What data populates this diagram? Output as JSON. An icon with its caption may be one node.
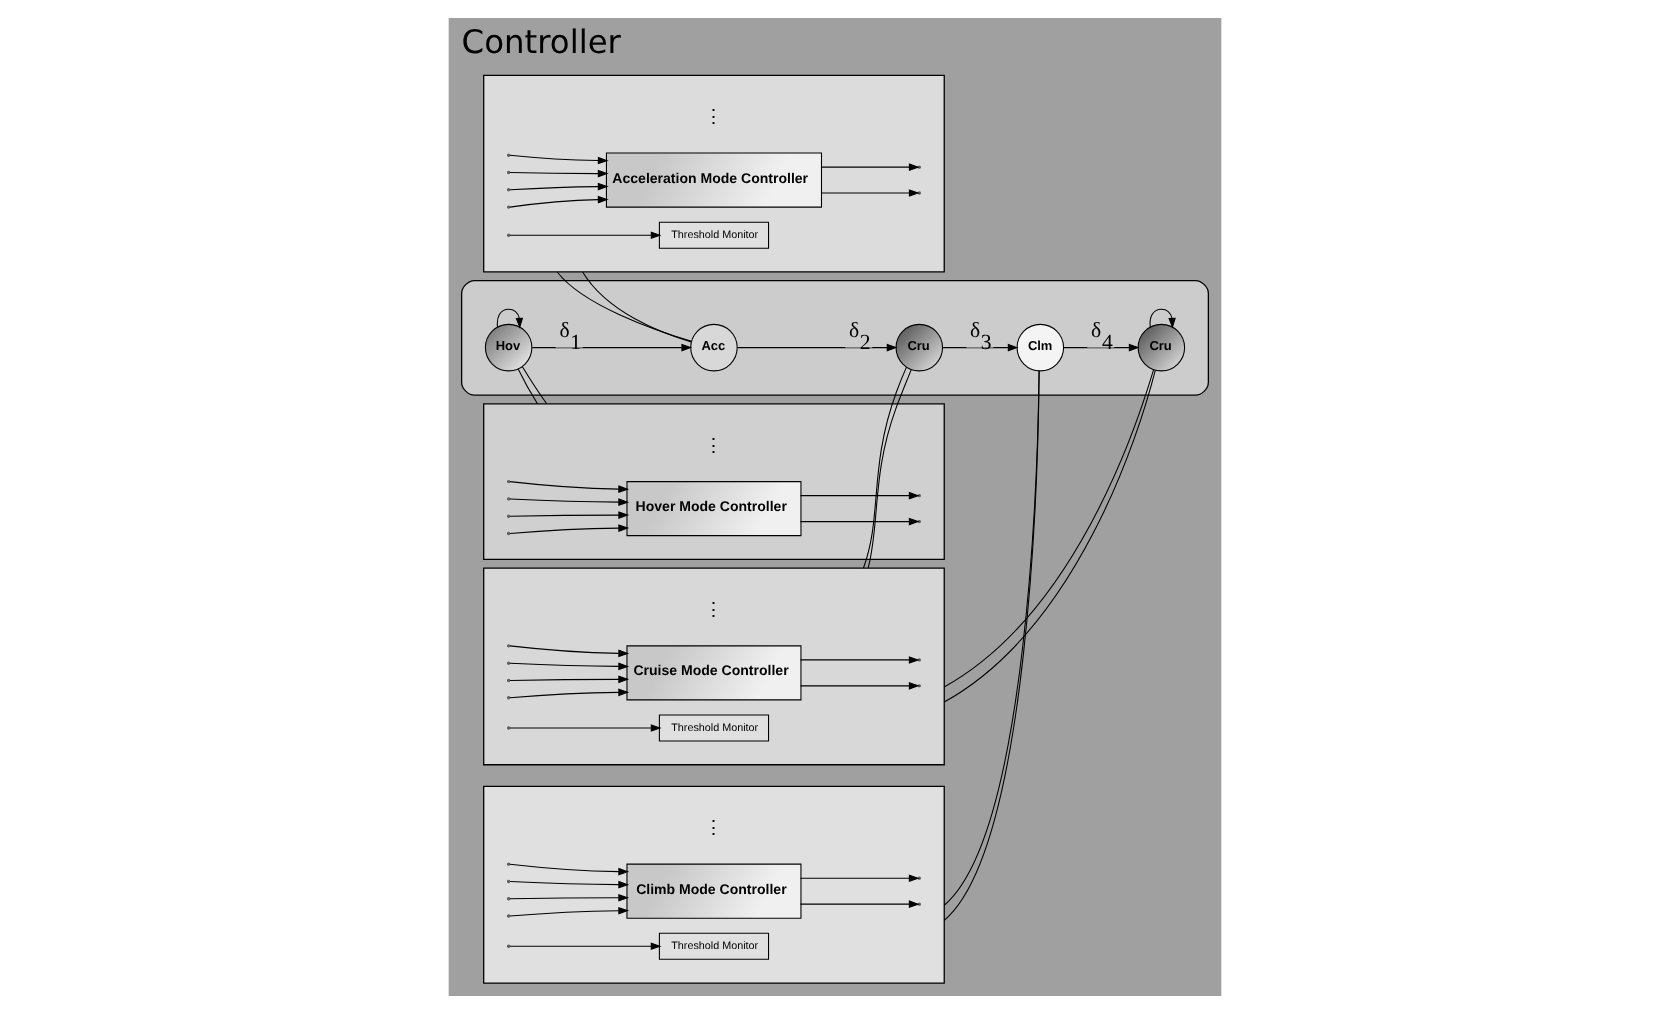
{
  "diagram": {
    "title": "Controller",
    "nodes": [
      {
        "text": [],
        "shape": "box"
      },
      {
        "text": [
          "Hov"
        ],
        "in": 0
      },
      {
        "text": [
          "Acc"
        ],
        "in": 0
      },
      {
        "text": [
          "Cru"
        ],
        "in": 0
      },
      {
        "text": [
          "Clm"
        ],
        "in": 0
      },
      {
        "text": [
          "Cru"
        ],
        "in": 0
      },
      {
        "text": [],
        "shape": "box"
      },
      {
        "text": [
          "Hover Mode Controller"
        ],
        "in": 6
      },
      {
        "text": [],
        "shape": "box"
      },
      {
        "text": [
          "Cruise Mode Controller"
        ],
        "in": 8
      },
      {
        "text": [
          "Threshold Monitor"
        ],
        "in": 8
      },
      {
        "text": [],
        "shape": "box"
      },
      {
        "text": [
          "Acceleration Mode Controller"
        ],
        "in": 11
      },
      {
        "text": [
          "Threshold Monitor"
        ],
        "in": 11
      },
      {
        "text": [],
        "shape": "box"
      },
      {
        "text": [
          "Climb Mode Controller"
        ],
        "in": 14
      },
      {
        "text": [
          "Threshold Monitor"
        ],
        "in": 14
      }
    ],
    "edges": [
      {
        "from": 1,
        "to": 1,
        "arrow": "to"
      },
      {
        "from": 1,
        "to": 2,
        "arrow": "to",
        "label": "δ$_{1}$"
      },
      {
        "from": 2,
        "to": 3,
        "arrow": "to",
        "label": "δ$_{2}$"
      },
      {
        "from": 3,
        "to": 4,
        "arrow": "to",
        "label": "δ$_{3}$"
      },
      {
        "from": 4,
        "to": 5,
        "arrow": "to",
        "label": "δ$_{4}$"
      },
      {
        "from": 5,
        "to": 5,
        "arrow": "to"
      },
      {
        "from": 1,
        "to": 6,
        "arrow": "none"
      },
      {
        "from": 1,
        "to": 6,
        "arrow": "none"
      },
      {
        "from": 2,
        "to": 11,
        "arrow": "none"
      },
      {
        "from": 2,
        "to": 11,
        "arrow": "none"
      },
      {
        "from": 3,
        "to": 8,
        "arrow": "none"
      },
      {
        "from": 3,
        "to": 8,
        "arrow": "none"
      },
      {
        "from": 4,
        "to": 14,
        "arrow": "none"
      },
      {
        "from": 4,
        "to": 14,
        "arrow": "none"
      },
      {
        "from": 5,
        "to": 8,
        "arrow": "none"
      },
      {
        "from": 5,
        "to": 8,
        "arrow": "none"
      },
      {
        "from": null,
        "to": 7,
        "arrow": "to"
      },
      {
        "from": null,
        "to": 7,
        "arrow": "to"
      },
      {
        "from": null,
        "to": 7,
        "arrow": "to"
      },
      {
        "from": null,
        "to": 7,
        "arrow": "to"
      },
      {
        "from": 7,
        "to": null,
        "arrow": "to"
      },
      {
        "from": 7,
        "to": null,
        "arrow": "to"
      },
      {
        "from": null,
        "to": 9,
        "arrow": "to"
      },
      {
        "from": null,
        "to": 9,
        "arrow": "to"
      },
      {
        "from": null,
        "to": 9,
        "arrow": "to"
      },
      {
        "from": null,
        "to": 9,
        "arrow": "to"
      },
      {
        "from": 9,
        "to": null,
        "arrow": "to"
      },
      {
        "from": 9,
        "to": null,
        "arrow": "to"
      },
      {
        "from": null,
        "to": 10,
        "arrow": "to"
      },
      {
        "from": null,
        "to": 12,
        "arrow": "to"
      },
      {
        "from": null,
        "to": 12,
        "arrow": "to"
      },
      {
        "from": null,
        "to": 12,
        "arrow": "to"
      },
      {
        "from": null,
        "to": 12,
        "arrow": "to"
      },
      {
        "from": 12,
        "to": null,
        "arrow": "to"
      },
      {
        "from": 12,
        "to": null,
        "arrow": "to"
      },
      {
        "from": null,
        "to": 13,
        "arrow": "to"
      },
      {
        "from": null,
        "to": 15,
        "arrow": "to"
      },
      {
        "from": null,
        "to": 15,
        "arrow": "to"
      },
      {
        "from": null,
        "to": 15,
        "arrow": "to"
      },
      {
        "from": null,
        "to": 15,
        "arrow": "to"
      },
      {
        "from": 15,
        "to": null,
        "arrow": "to"
      },
      {
        "from": 15,
        "to": null,
        "arrow": "to"
      },
      {
        "from": null,
        "to": 16,
        "arrow": "to"
      }
    ],
    "labels": [
      "⋮",
      "⋮",
      "⋮",
      "⋮"
    ]
  }
}
